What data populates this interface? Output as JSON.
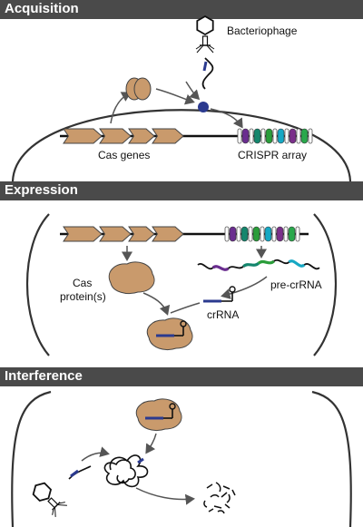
{
  "colors": {
    "header_bg": "#4a4a4a",
    "header_text": "#ffffff",
    "cas_gene": "#c99a6c",
    "cas_protein": "#c99a6c",
    "spacer_dna": "#2b3a8f",
    "phage": "#111111",
    "repeat_white": "#ffffff"
  },
  "spacer_colors": [
    "#6a2d8f",
    "#14866d",
    "#2a9d3a",
    "#16a8c4",
    "#7a2f8a",
    "#2aa84c"
  ],
  "panels": [
    {
      "title": "Acquisition"
    },
    {
      "title": "Expression"
    },
    {
      "title": "Interference"
    }
  ],
  "labels": {
    "bacteriophage": "Bacteriophage",
    "cas_genes": "Cas genes",
    "crispr_array": "CRISPR array",
    "cas_proteins": [
      "Cas",
      "protein(s)"
    ],
    "pre_crrna": "pre-crRNA",
    "crrna": "crRNA"
  },
  "icons": [
    "bacteriophage-icon",
    "cas-protein-icon",
    "spacer-dna-icon",
    "crrna-hairpin-icon",
    "cascade-complex-icon",
    "phage-dna-icon",
    "degraded-dna-icon",
    "arrow-icon"
  ]
}
